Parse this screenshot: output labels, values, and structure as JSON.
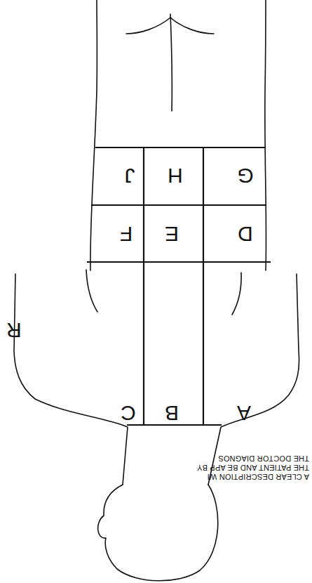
{
  "diagram": {
    "nodes": [
      {
        "text": [
          "A"
        ]
      },
      {
        "text": [
          "B"
        ]
      },
      {
        "text": [
          "C"
        ]
      },
      {
        "text": [
          "D"
        ]
      },
      {
        "text": [
          "E"
        ]
      },
      {
        "text": [
          "F"
        ]
      },
      {
        "text": [
          "G"
        ]
      },
      {
        "text": [
          "H"
        ]
      },
      {
        "text": [
          "J"
        ]
      }
    ],
    "labels": [
      "R",
      "A CLEAR DESCRIPTION WI THE PATIENT AND BE APP BY THE DOCTOR DIAGNOS"
    ]
  }
}
